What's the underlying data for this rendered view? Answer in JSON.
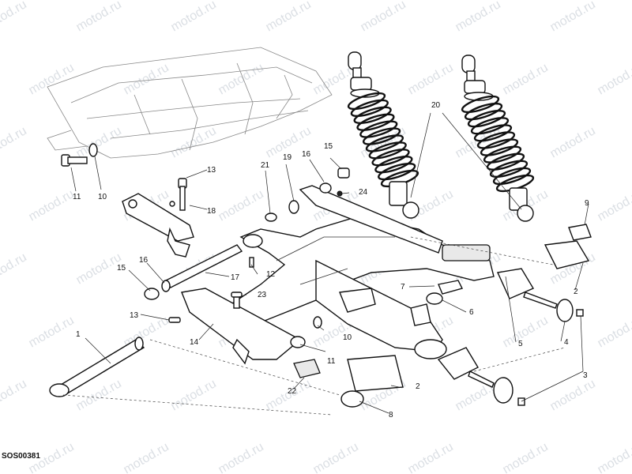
{
  "drawing_code": "SOS00381",
  "watermark_text": "motod.ru",
  "callouts": [
    "1",
    "2",
    "2",
    "3",
    "4",
    "5",
    "6",
    "7",
    "8",
    "9",
    "10",
    "10",
    "11",
    "11",
    "12",
    "13",
    "13",
    "14",
    "15",
    "15",
    "16",
    "16",
    "17",
    "18",
    "19",
    "20",
    "21",
    "22",
    "23",
    "24"
  ]
}
